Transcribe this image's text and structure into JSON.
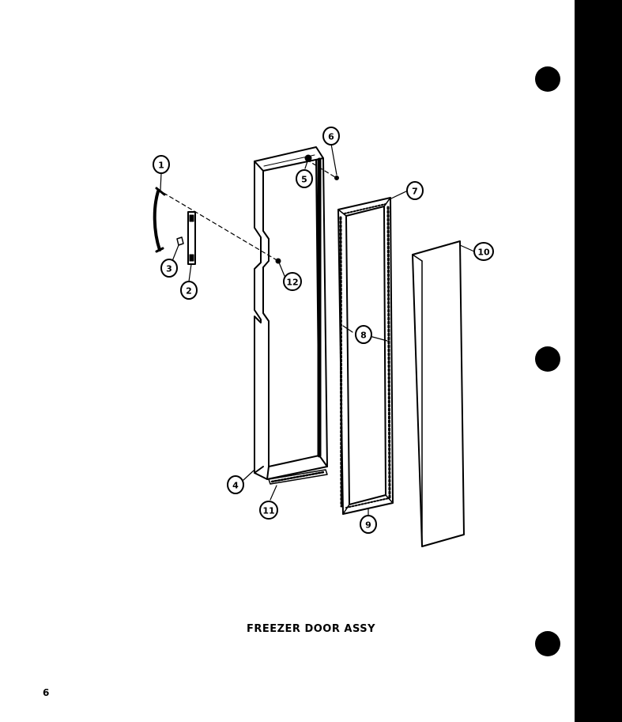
{
  "figure": {
    "caption": "FREEZER DOOR ASSY",
    "page_number": "6",
    "callouts": [
      "1",
      "2",
      "3",
      "4",
      "5",
      "6",
      "7",
      "8",
      "9",
      "10",
      "11",
      "12"
    ]
  }
}
